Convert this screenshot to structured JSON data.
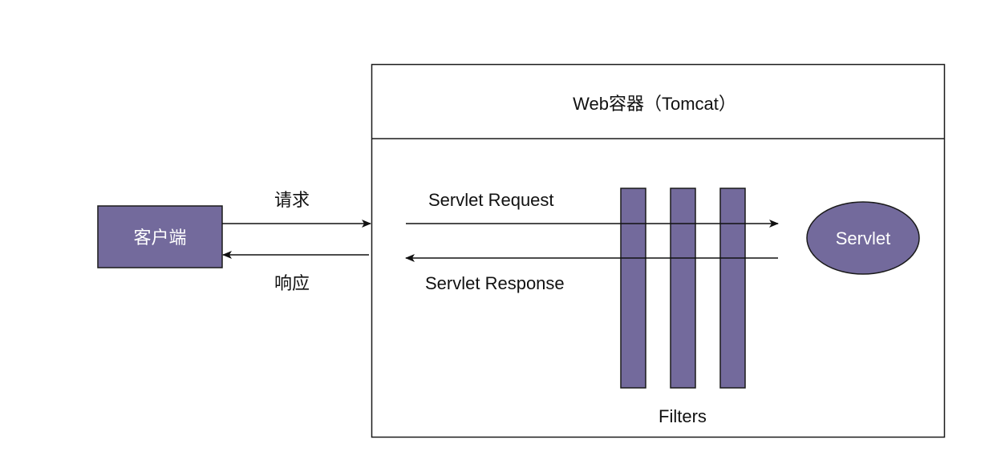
{
  "container": {
    "title": "Web容器（Tomcat）"
  },
  "client": {
    "label": "客户端"
  },
  "request": {
    "label": "请求"
  },
  "response": {
    "label": "响应"
  },
  "servlet_request": {
    "label": "Servlet Request"
  },
  "servlet_response": {
    "label": "Servlet Response"
  },
  "servlet": {
    "label": "Servlet"
  },
  "filters": {
    "label": "Filters",
    "count": 3
  },
  "colors": {
    "fill": "#736a9c",
    "stroke": "#1a1a1a",
    "text_light": "#ffffff"
  }
}
